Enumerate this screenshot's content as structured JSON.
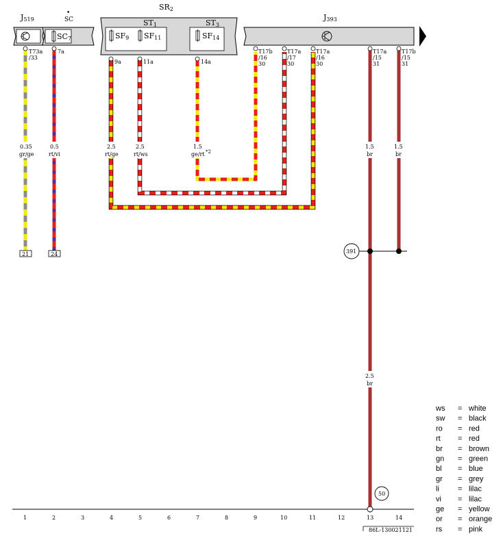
{
  "components": {
    "j519": {
      "sub": "519",
      "prefix": "J"
    },
    "sc": {
      "label": "SC",
      "mark": "•"
    },
    "sc7": {
      "label": "SC",
      "sub": "7"
    },
    "sr2": {
      "label": "SR",
      "sub": "2"
    },
    "st1": {
      "label": "ST",
      "sub": "1"
    },
    "st3": {
      "label": "ST",
      "sub": "3"
    },
    "sf9": {
      "label": "SF",
      "sub": "9"
    },
    "sf11": {
      "label": "SF",
      "sub": "11"
    },
    "sf14": {
      "label": "SF",
      "sub": "14"
    },
    "j393": {
      "prefix": "J",
      "sub": "393"
    }
  },
  "pins": {
    "j519_pin": {
      "a": "T73a",
      "b": "/33"
    },
    "sc7_pin": "7a",
    "sf9_pin": "9a",
    "sf11_pin": "11a",
    "sf14_pin": "14a",
    "p9": {
      "a": "T17b",
      "b": "/16",
      "c": "30"
    },
    "p10": {
      "a": "T17a",
      "b": "/17",
      "c": "30"
    },
    "p11": {
      "a": "T17a",
      "b": "/16",
      "c": "30"
    },
    "p13": {
      "a": "T17a",
      "b": "/15",
      "c": "31"
    },
    "p14": {
      "a": "T17b",
      "b": "/15",
      "c": "31"
    }
  },
  "wires": {
    "w1": {
      "size": "0.35",
      "color": "gr/ge"
    },
    "w2": {
      "size": "0.5",
      "color": "rt/vi"
    },
    "w4": {
      "size": "2.5",
      "color": "rt/ge"
    },
    "w5": {
      "size": "2.5",
      "color": "rt/ws"
    },
    "w7": {
      "size": "1.5",
      "color": "ge/rt",
      "note": "*2"
    },
    "w13": {
      "size": "1.5",
      "color": "br"
    },
    "w14": {
      "size": "1.5",
      "color": "br"
    },
    "w13b": {
      "size": "2.5",
      "color": "br"
    }
  },
  "refs": {
    "r21": "21",
    "r24": "24",
    "node391": "391",
    "ground50": "50"
  },
  "track": [
    "1",
    "2",
    "3",
    "4",
    "5",
    "6",
    "7",
    "8",
    "9",
    "10",
    "11",
    "12",
    "13",
    "14"
  ],
  "code": "86L-130021121",
  "legend": [
    {
      "abbr": "ws",
      "eq": "=",
      "name": "white"
    },
    {
      "abbr": "sw",
      "eq": "=",
      "name": "black"
    },
    {
      "abbr": "ro",
      "eq": "=",
      "name": "red"
    },
    {
      "abbr": "rt",
      "eq": "=",
      "name": "red"
    },
    {
      "abbr": "br",
      "eq": "=",
      "name": "brown"
    },
    {
      "abbr": "gn",
      "eq": "=",
      "name": "green"
    },
    {
      "abbr": "bl",
      "eq": "=",
      "name": "blue"
    },
    {
      "abbr": "gr",
      "eq": "=",
      "name": "grey"
    },
    {
      "abbr": "li",
      "eq": "=",
      "name": "lilac"
    },
    {
      "abbr": "vi",
      "eq": "=",
      "name": "lilac"
    },
    {
      "abbr": "ge",
      "eq": "=",
      "name": "yellow"
    },
    {
      "abbr": "or",
      "eq": "=",
      "name": "orange"
    },
    {
      "abbr": "rs",
      "eq": "=",
      "name": "pink"
    }
  ],
  "colors": {
    "red": "#e8201c",
    "yellow": "#f2ea0e",
    "grey": "#8c8c8c",
    "violet": "#5a2a9a",
    "brown": "#a83232",
    "white": "#ffffff",
    "black": "#000000",
    "component_fill": "#d8d8d8"
  }
}
